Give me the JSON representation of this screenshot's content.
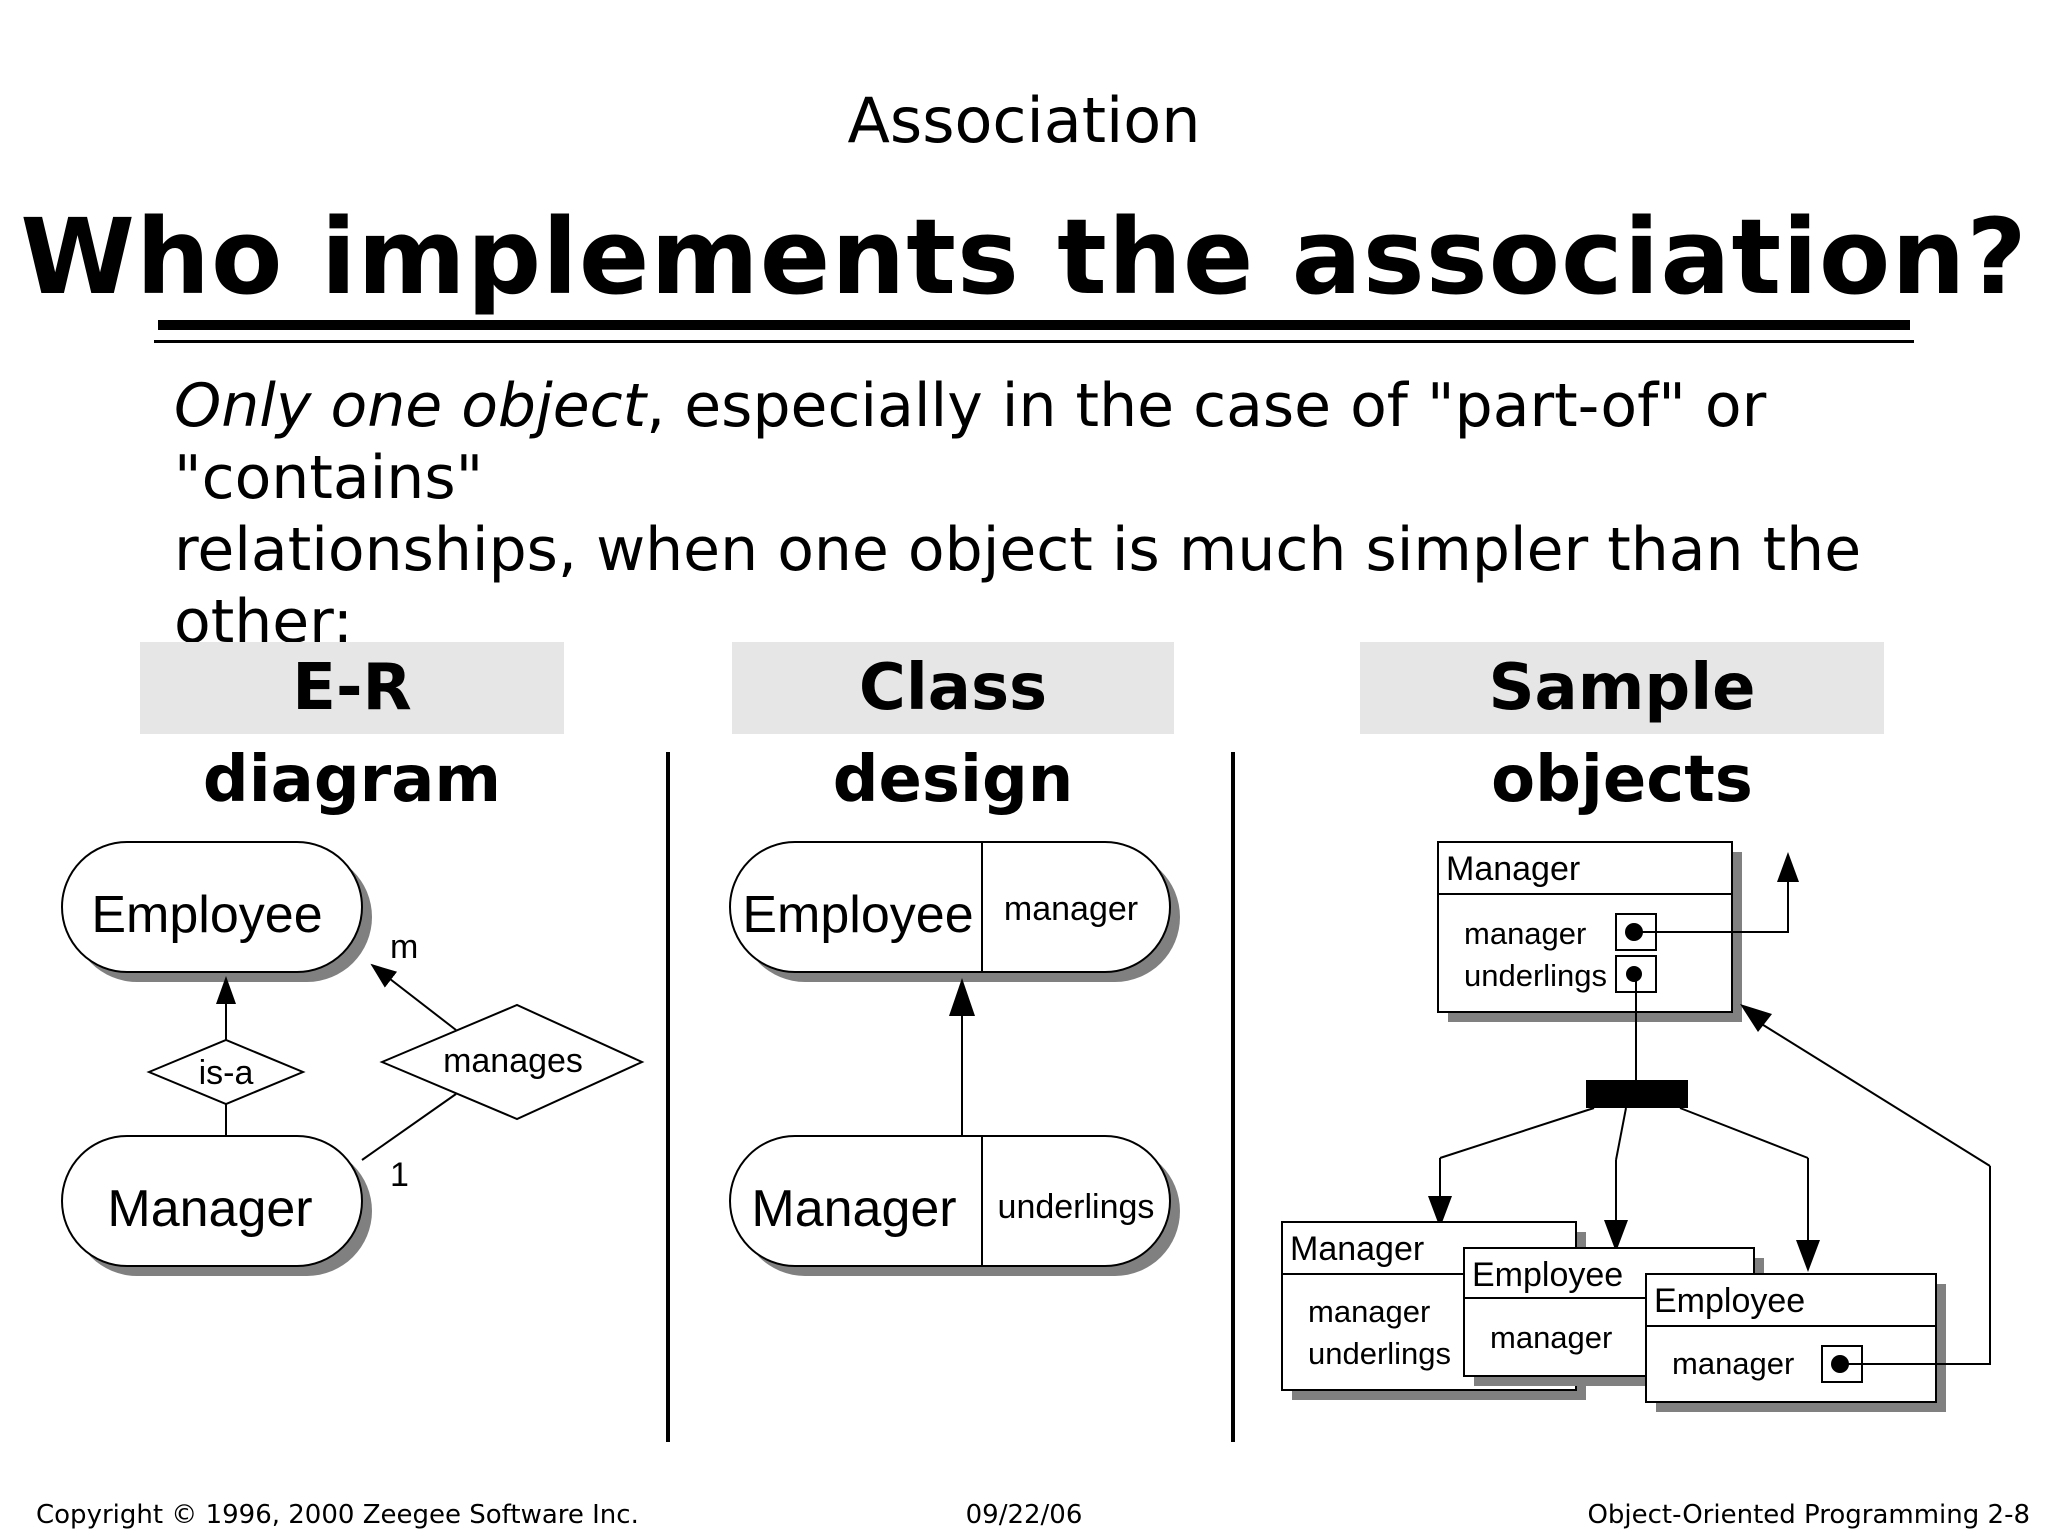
{
  "header": {
    "subtitle": "Association",
    "title": "Who implements the association?"
  },
  "body": {
    "emphasis": "Only one object",
    "rest_line1": ", especially in the case of \"part-of\" or \"contains\"",
    "line2": "relationships, when one object is much simpler than the",
    "line3": "other:"
  },
  "columns": {
    "er_title": "E-R diagram",
    "class_title": "Class design",
    "sample_title": "Sample objects"
  },
  "er_diagram": {
    "entity_top": "Employee",
    "entity_bottom": "Manager",
    "isa_label": "is-a",
    "rel_label": "manages",
    "card_m": "m",
    "card_1": "1"
  },
  "class_design": {
    "class_top": "Employee",
    "class_top_attr": "manager",
    "class_bottom": "Manager",
    "class_bottom_attr": "underlings"
  },
  "sample_objects": {
    "top_object_title": "Manager",
    "top_object_field1": "manager",
    "top_object_field2": "underlings",
    "obj1_title": "Manager",
    "obj1_field1": "manager",
    "obj1_field2": "underlings",
    "obj2_title": "Employee",
    "obj2_field1": "manager",
    "obj3_title": "Employee",
    "obj3_field1": "manager"
  },
  "footer": {
    "copyright": "Copyright © 1996, 2000 Zeegee Software Inc.",
    "date": "09/22/06",
    "course": "Object-Oriented Programming 2-8"
  }
}
